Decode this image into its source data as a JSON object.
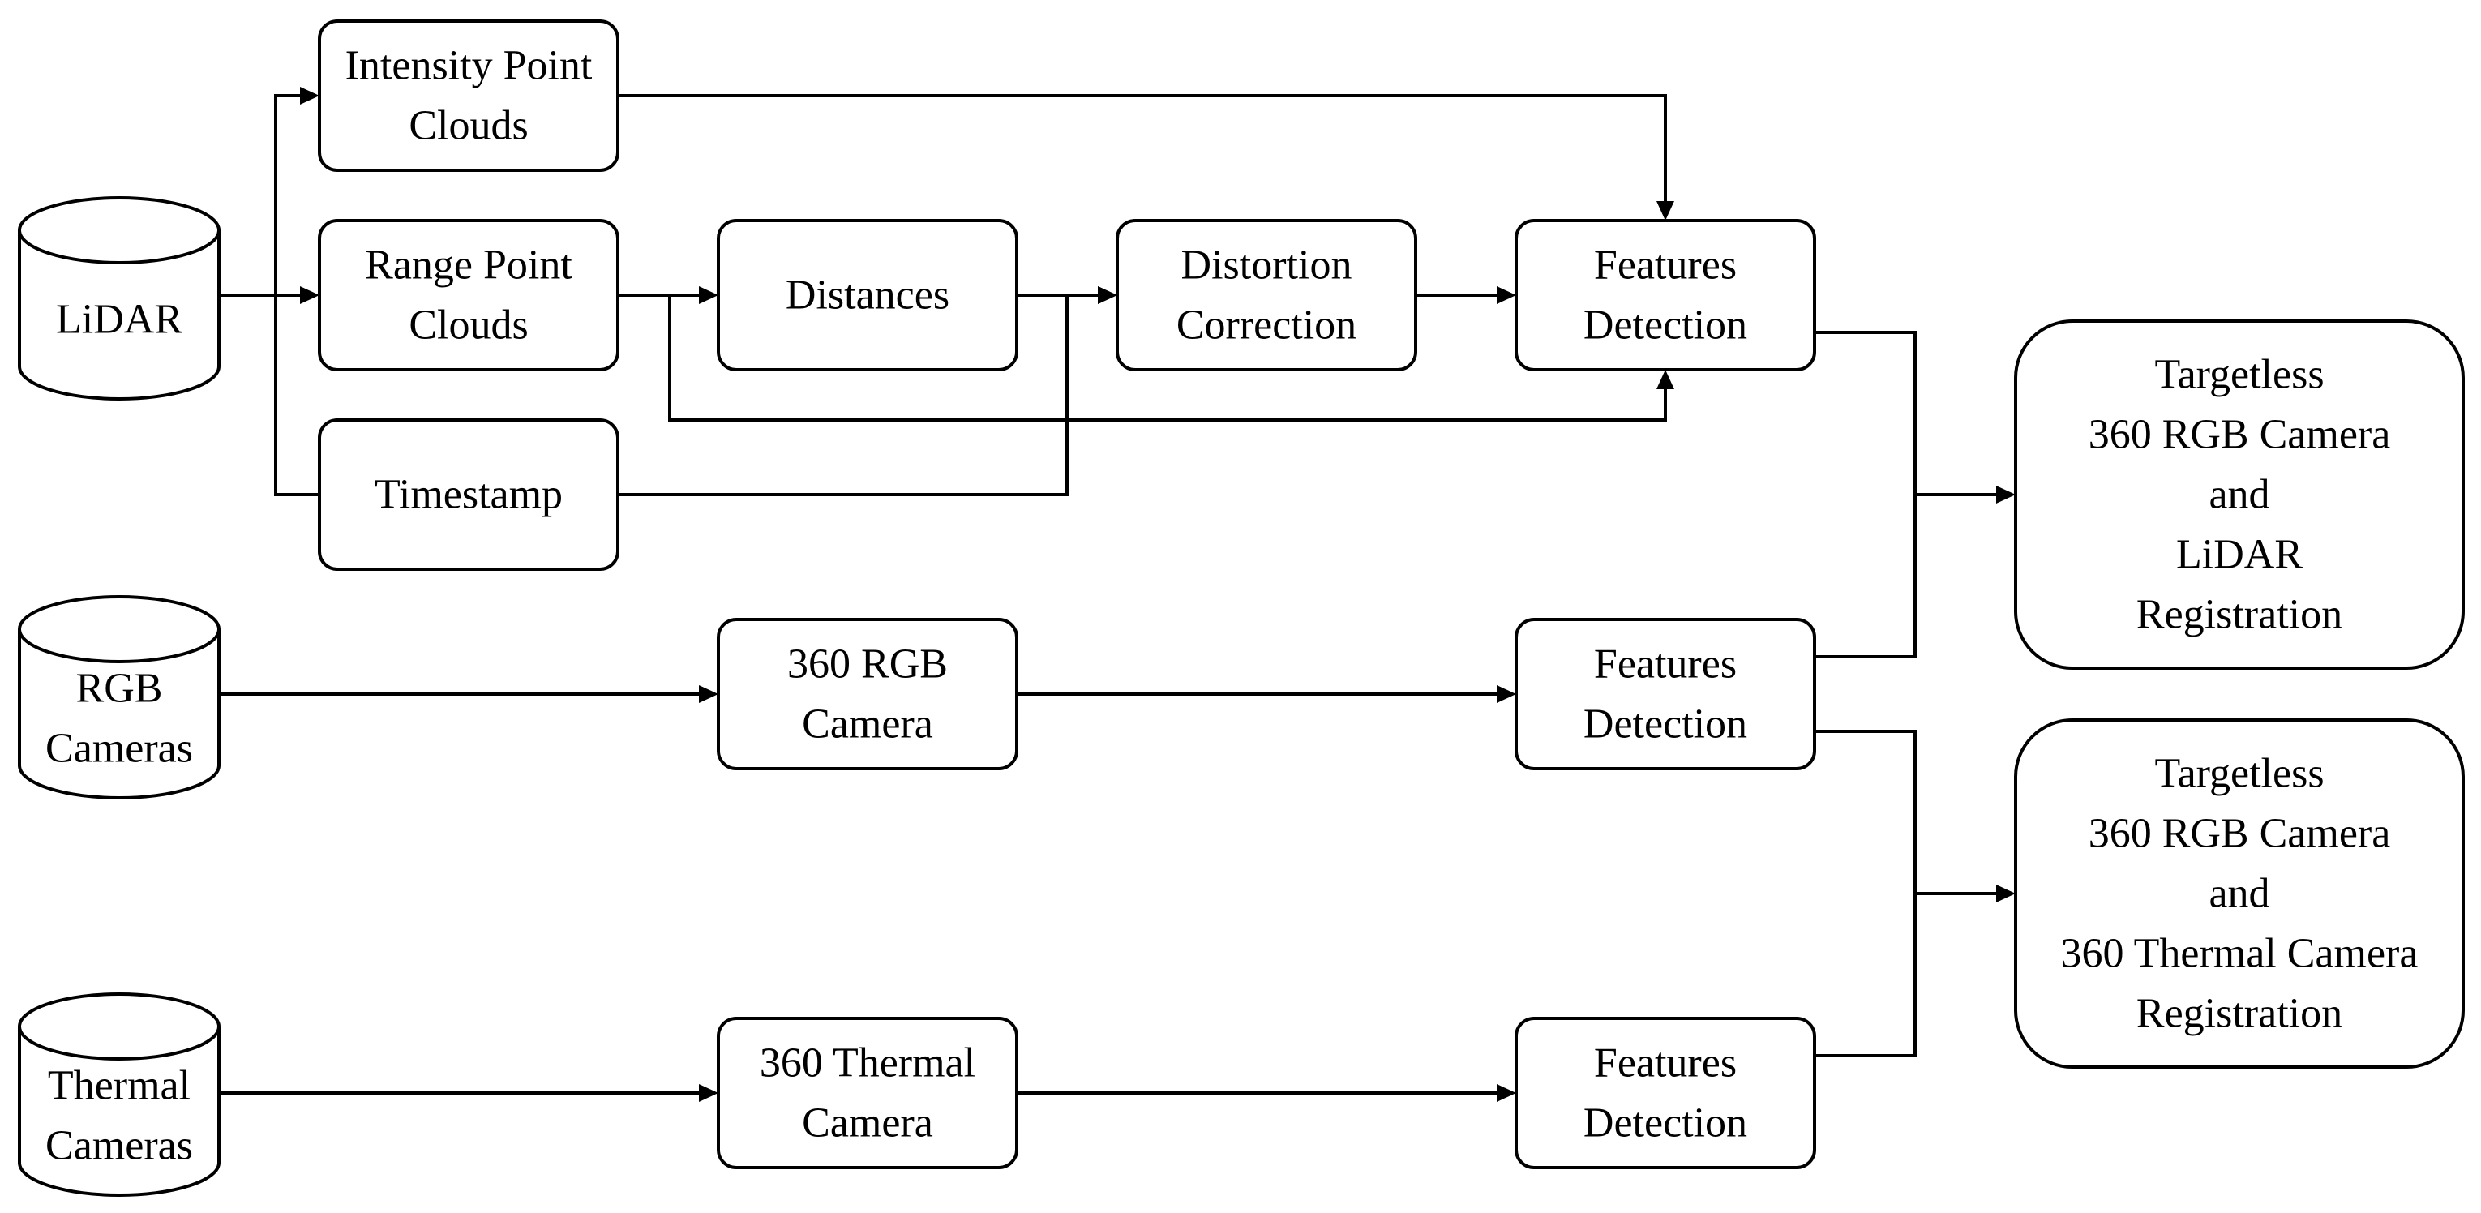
{
  "diagram": {
    "nodes": [
      {
        "id": "lidar",
        "shape": "cylinder",
        "lines": [
          "LiDAR"
        ]
      },
      {
        "id": "rgb_cameras",
        "shape": "cylinder",
        "lines": [
          "RGB",
          "Cameras"
        ]
      },
      {
        "id": "thermal_cameras",
        "shape": "cylinder",
        "lines": [
          "Thermal",
          "Cameras"
        ]
      },
      {
        "id": "intensity_point_clouds",
        "shape": "box",
        "lines": [
          "Intensity Point",
          "Clouds"
        ]
      },
      {
        "id": "range_point_clouds",
        "shape": "box",
        "lines": [
          "Range Point",
          "Clouds"
        ]
      },
      {
        "id": "timestamp",
        "shape": "box",
        "lines": [
          "Timestamp"
        ]
      },
      {
        "id": "distances",
        "shape": "box",
        "lines": [
          "Distances"
        ]
      },
      {
        "id": "distortion_correction",
        "shape": "box",
        "lines": [
          "Distortion",
          "Correction"
        ]
      },
      {
        "id": "features_detection_lidar",
        "shape": "box",
        "lines": [
          "Features",
          "Detection"
        ]
      },
      {
        "id": "rgb_360_camera",
        "shape": "box",
        "lines": [
          "360 RGB",
          "Camera"
        ]
      },
      {
        "id": "features_detection_rgb",
        "shape": "box",
        "lines": [
          "Features",
          "Detection"
        ]
      },
      {
        "id": "thermal_360_camera",
        "shape": "box",
        "lines": [
          "360 Thermal",
          "Camera"
        ]
      },
      {
        "id": "features_detection_thermal",
        "shape": "box",
        "lines": [
          "Features",
          "Detection"
        ]
      },
      {
        "id": "registration_rgb_lidar",
        "shape": "box",
        "lines": [
          "Targetless",
          "360 RGB Camera",
          "and",
          "LiDAR",
          "Registration"
        ]
      },
      {
        "id": "registration_rgb_thermal",
        "shape": "box",
        "lines": [
          "Targetless",
          "360 RGB Camera",
          "and",
          "360 Thermal Camera",
          "Registration"
        ]
      }
    ],
    "edges": [
      {
        "from": "lidar",
        "to": "intensity_point_clouds"
      },
      {
        "from": "lidar",
        "to": "range_point_clouds"
      },
      {
        "from": "lidar",
        "to": "timestamp"
      },
      {
        "from": "intensity_point_clouds",
        "to": "features_detection_lidar"
      },
      {
        "from": "range_point_clouds",
        "to": "distances"
      },
      {
        "from": "range_point_clouds",
        "to": "features_detection_lidar"
      },
      {
        "from": "distances",
        "to": "distortion_correction"
      },
      {
        "from": "timestamp",
        "to": "distortion_correction"
      },
      {
        "from": "distortion_correction",
        "to": "features_detection_lidar"
      },
      {
        "from": "features_detection_lidar",
        "to": "registration_rgb_lidar"
      },
      {
        "from": "rgb_cameras",
        "to": "rgb_360_camera"
      },
      {
        "from": "rgb_360_camera",
        "to": "features_detection_rgb"
      },
      {
        "from": "features_detection_rgb",
        "to": "registration_rgb_lidar"
      },
      {
        "from": "features_detection_rgb",
        "to": "registration_rgb_thermal"
      },
      {
        "from": "thermal_cameras",
        "to": "thermal_360_camera"
      },
      {
        "from": "thermal_360_camera",
        "to": "features_detection_thermal"
      },
      {
        "from": "features_detection_thermal",
        "to": "registration_rgb_thermal"
      }
    ]
  }
}
